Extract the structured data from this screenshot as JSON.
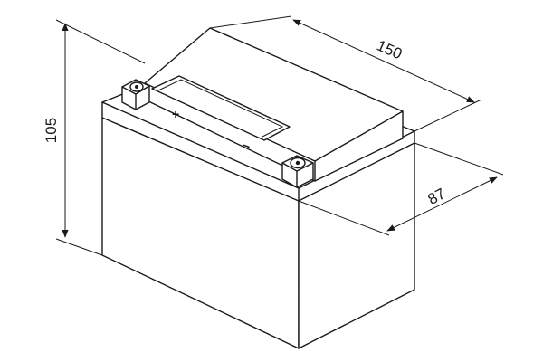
{
  "dimensions": {
    "height": "105",
    "length": "150",
    "width": "87"
  },
  "terminals": {
    "positive_symbol": "+",
    "negative_symbol": "−"
  },
  "colors": {
    "line": "#1a1a1a",
    "background": "#ffffff"
  }
}
